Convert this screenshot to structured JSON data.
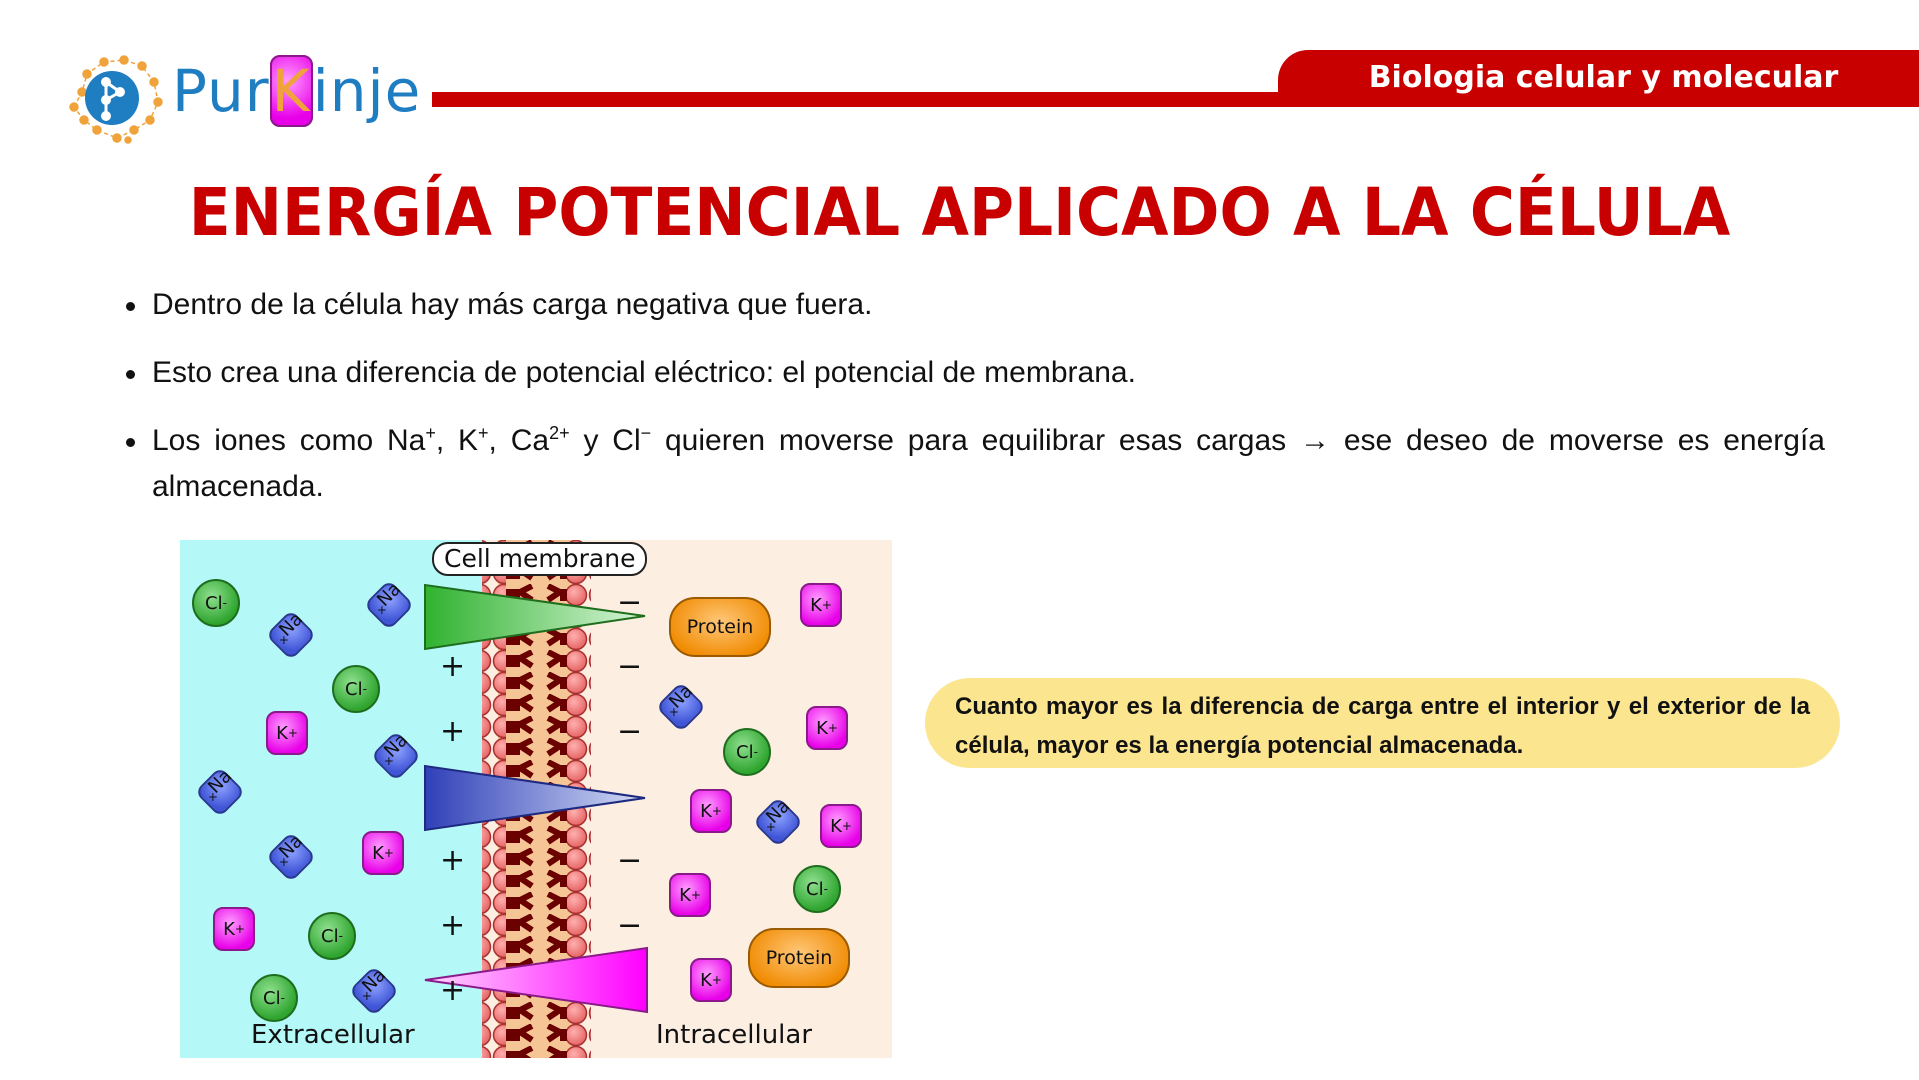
{
  "header": {
    "logo_text_a": "Pur",
    "logo_text_k": "K",
    "logo_text_b": "inje",
    "course_label": "Biologia celular y molecular",
    "brand_red": "#c80000",
    "brand_blue": "#1f7dc1",
    "brand_orange": "#f0a33a"
  },
  "slide": {
    "title": "ENERGÍA POTENCIAL APLICADO A LA CÉLULA",
    "bullets": [
      {
        "text": "Dentro de la célula hay más carga negativa que fuera."
      },
      {
        "text": "Esto crea una diferencia de potencial eléctrico: el potencial de membrana."
      },
      {
        "parts": [
          "Los iones como Na",
          "+",
          ", K",
          "+",
          ", Ca",
          "2+",
          " y Cl",
          "−",
          " quieren moverse para equilibrar esas cargas → ese deseo de moverse es energía almacenada."
        ]
      }
    ],
    "note": "Cuanto mayor es la diferencia de carga entre el interior y el exterior de la célula, mayor es la energía potencial almacenada.",
    "note_color": "#fbe58f"
  },
  "diagram": {
    "membrane_label": "Cell membrane",
    "extracellular_label": "Extracellular",
    "intracellular_label": "Intracellular",
    "plus_sign": "+",
    "minus_sign": "−",
    "ions": {
      "cl": {
        "base": "Cl",
        "charge": "-"
      },
      "na": {
        "base": "Na",
        "charge": "+"
      },
      "k": {
        "base": "K",
        "charge": "+"
      },
      "protein": "Protein"
    }
  }
}
